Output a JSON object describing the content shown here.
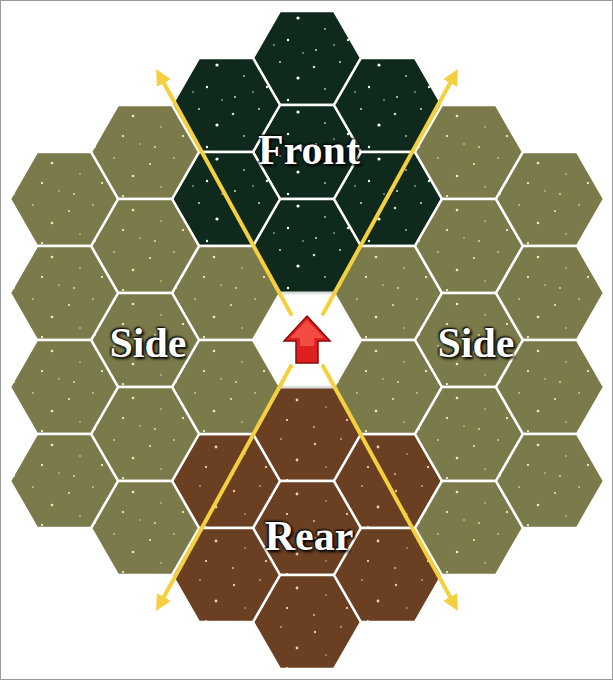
{
  "diagram": {
    "labels": [
      "Front",
      "Side",
      "Side",
      "Rear"
    ]
  }
}
